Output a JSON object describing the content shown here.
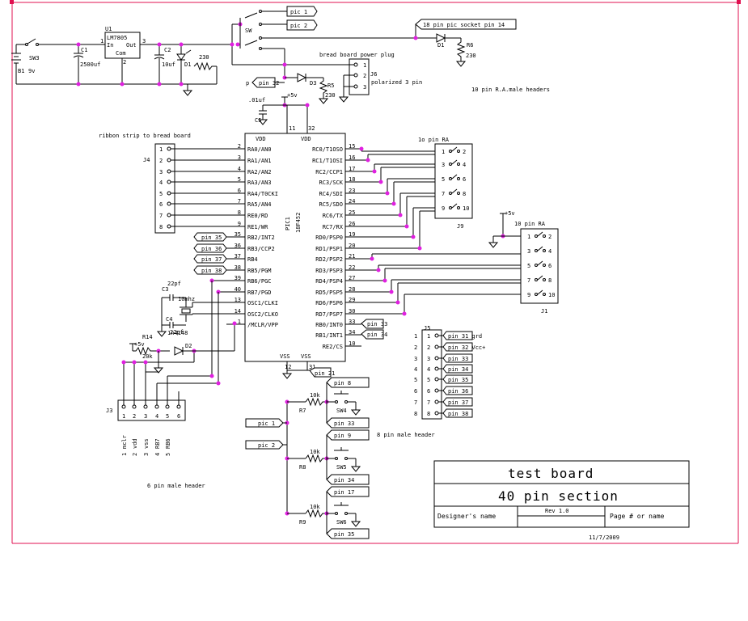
{
  "labels": {
    "u1_name": "U1",
    "u1_part": "LM7805",
    "u1_in": "In",
    "u1_out": "Out",
    "u1_com": "Com",
    "u1_p1": "1",
    "u1_p2": "2",
    "u1_p3": "3",
    "c1": "C1",
    "c1_val": "2500uf",
    "c2": "C2",
    "c2_val": "10uf",
    "d1_left": "D1",
    "r_230_left": "230",
    "b1": "B1",
    "b1_val": "9v",
    "sw3": "SW3",
    "sw": "SW",
    "pic1": "pic 1",
    "pic2": "pic 2",
    "socket": "18 pin pic socket pin 14",
    "d1": "D1",
    "r6": "R6",
    "r6_val": "230",
    "bb_plug": "bread board power plug",
    "j6": "J6",
    "polarized": "polarized 3 pin",
    "j6_p1": "1",
    "j6_p2": "2",
    "j6_p3": "3",
    "pin32": "pin 32",
    "d3": "D3",
    "r5": "R5",
    "r5_val": "230",
    "plus5_a": "+5v",
    "c5_val": ".01uf",
    "c5": "C5",
    "hdr10_ra": "10 pin R.A.male headers",
    "ribbon": "ribbon strip to bread board",
    "j4": "J4",
    "vdd": "VDD",
    "vdd2": "VDD",
    "pin11": "11",
    "pin32n": "32",
    "ic_name": "PIC1",
    "ic_part": "18F452",
    "left_pins": [
      {
        "name": "RA0/AN0",
        "num": "2"
      },
      {
        "name": "RA1/AN1",
        "num": "3"
      },
      {
        "name": "RA2/AN2",
        "num": "4"
      },
      {
        "name": "RA3/AN3",
        "num": "5"
      },
      {
        "name": "RA4/T0CKI",
        "num": "6"
      },
      {
        "name": "RA5/AN4",
        "num": "7"
      },
      {
        "name": "RE0/RD",
        "num": "8"
      },
      {
        "name": "RE1/WR",
        "num": "9"
      },
      {
        "name": "RB2/INT2",
        "num": "35"
      },
      {
        "name": "RB3/CCP2",
        "num": "36"
      },
      {
        "name": "RB4",
        "num": "37"
      },
      {
        "name": "RB5/PGM",
        "num": "38"
      },
      {
        "name": "RB6/PGC",
        "num": "39"
      },
      {
        "name": "RB7/PGD",
        "num": "40"
      },
      {
        "name": "OSC1/CLKI",
        "num": "13"
      },
      {
        "name": "OSC2/CLKO",
        "num": "14"
      },
      {
        "name": "/MCLR/VPP",
        "num": "1"
      }
    ],
    "right_pins": [
      {
        "name": "RC0/T1OSO",
        "num": "15"
      },
      {
        "name": "RC1/T1OSI",
        "num": "16"
      },
      {
        "name": "RC2/CCP1",
        "num": "17"
      },
      {
        "name": "RC3/SCK",
        "num": "18"
      },
      {
        "name": "RC4/SDI",
        "num": "23"
      },
      {
        "name": "RC5/SDO",
        "num": "24"
      },
      {
        "name": "RC6/TX",
        "num": "25"
      },
      {
        "name": "RC7/RX",
        "num": "26"
      },
      {
        "name": "RD0/PSP0",
        "num": "19"
      },
      {
        "name": "RD1/PSP1",
        "num": "20"
      },
      {
        "name": "RD2/PSP2",
        "num": "21"
      },
      {
        "name": "RD3/PSP3",
        "num": "22"
      },
      {
        "name": "RD4/PSP4",
        "num": "27"
      },
      {
        "name": "RD5/PSP5",
        "num": "28"
      },
      {
        "name": "RD6/PSP6",
        "num": "29"
      },
      {
        "name": "RD7/PSP7",
        "num": "30"
      },
      {
        "name": "RB0/INT0",
        "num": "33"
      },
      {
        "name": "RB1/INT1",
        "num": "34"
      },
      {
        "name": "RE2/CS",
        "num": "10"
      }
    ],
    "vss": "VSS",
    "vss2": "VSS",
    "pin12": "12",
    "pin31": "31",
    "pin21": "pin 21",
    "pin33_b": "pin 33",
    "pin34_b": "pin 34",
    "left_pin_tags": [
      "pin 35",
      "pin 36",
      "pin 37",
      "pin 38"
    ],
    "j4_pins": [
      "1",
      "2",
      "3",
      "4",
      "5",
      "6",
      "7",
      "8"
    ],
    "ra10_title": "1o pin RA",
    "j9": "J9",
    "j9_odd": [
      "1",
      "3",
      "5",
      "7",
      "9"
    ],
    "j9_even": [
      "2",
      "4",
      "6",
      "8",
      "10"
    ],
    "plus5_b": "+5v",
    "ra10_title2": "10 pin RA",
    "j1": "J1",
    "c3": "C3",
    "c3_val": "22pf",
    "xtal": "10mhz",
    "c4": "C4",
    "c4_val": "22pf",
    "r14": "R14",
    "r14_val": "20k",
    "plus5_c": "+5v",
    "d2_val": "1n4148",
    "d2": "D2",
    "j3": "J3",
    "j3_pins": [
      "1",
      "2",
      "3",
      "4",
      "5",
      "6"
    ],
    "j3_names": [
      "mclr",
      "vdd",
      "vss",
      "RB7",
      "RB6"
    ],
    "j3_nums": [
      "1",
      "2",
      "3",
      "4",
      "5"
    ],
    "hdr6": "6 pin male header",
    "j5": "J5",
    "j5_left": [
      "1",
      "2",
      "3",
      "4",
      "5",
      "6",
      "7",
      "8"
    ],
    "j5_right": [
      "pin 31 grd",
      "pin 32 Vcc+",
      "pin 33",
      "pin 34",
      "pin 35",
      "pin 36",
      "pin 37",
      "pin 38"
    ],
    "pin8": "pin 8",
    "pin9": "pin 9",
    "pin17": "pin 17",
    "pin33": "pin 33",
    "pin34": "pin 34",
    "pin35": "pin 35",
    "r7": "R7",
    "r8": "R8",
    "r9": "R9",
    "r10k": "10k",
    "sw4": "SW4",
    "sw5": "SW5",
    "sw6": "SW6",
    "pic1b": "pic 1",
    "pic2b": "pic 2",
    "hdr8": "8 pin male header"
  },
  "title_block": {
    "title": "test board",
    "subtitle": "40 pin section",
    "designer": "Designer's name",
    "rev": "Rev 1.0",
    "page": "Page # or name",
    "date": "11/7/2009"
  },
  "colors": {
    "wire": "#000000",
    "junction": "#e020e0",
    "border": "#e01050"
  }
}
